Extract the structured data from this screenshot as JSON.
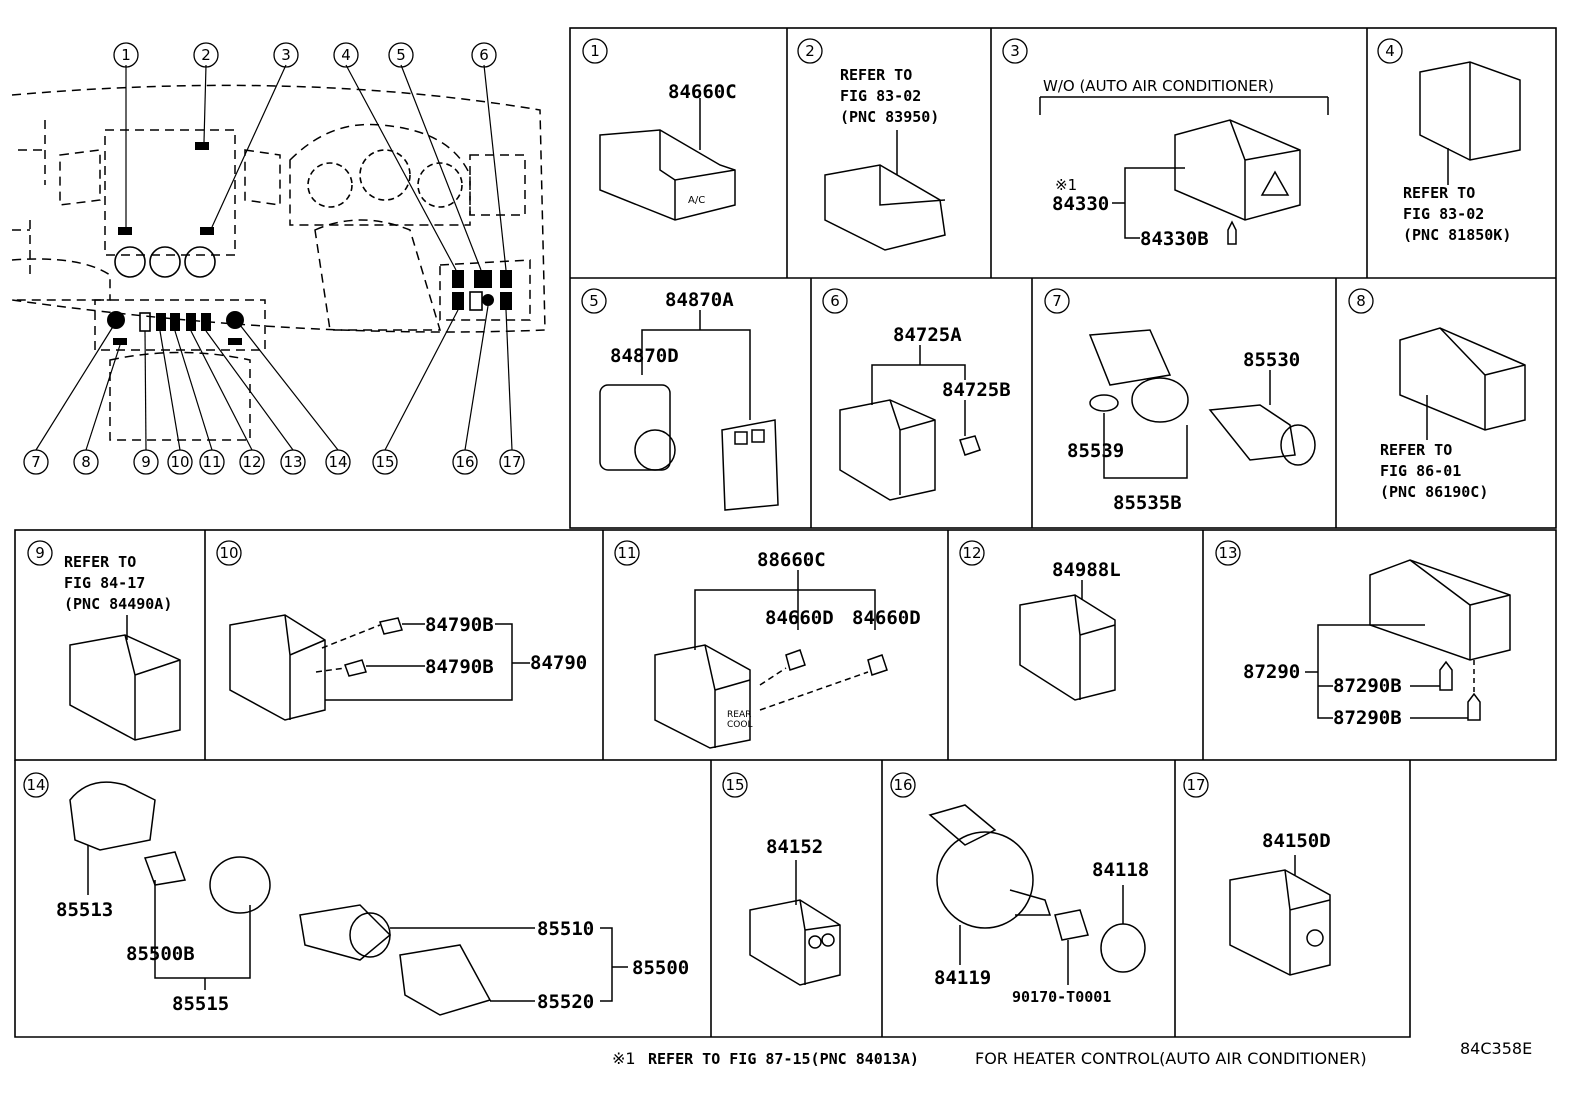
{
  "overview": {
    "callouts": [
      "1",
      "2",
      "3",
      "4",
      "5",
      "6",
      "7",
      "8",
      "9",
      "10",
      "11",
      "12",
      "13",
      "14",
      "15",
      "16",
      "17"
    ]
  },
  "panels": {
    "p1": {
      "num": "1",
      "parts": [
        "84660C"
      ],
      "label": "A/C"
    },
    "p2": {
      "num": "2",
      "refer": [
        "REFER TO",
        "FIG 83-02",
        "(PNC 83950)"
      ]
    },
    "p3": {
      "num": "3",
      "condition": "W/O (AUTO AIR CONDITIONER)",
      "mark": "※1",
      "parts": [
        "84330",
        "84330B"
      ]
    },
    "p4": {
      "num": "4",
      "refer": [
        "REFER TO",
        "FIG 83-02",
        "(PNC 81850K)"
      ]
    },
    "p5": {
      "num": "5",
      "parts": [
        "84870A",
        "84870D"
      ]
    },
    "p6": {
      "num": "6",
      "parts": [
        "84725A",
        "84725B"
      ]
    },
    "p7": {
      "num": "7",
      "parts": [
        "85530",
        "85539",
        "85535B"
      ]
    },
    "p8": {
      "num": "8",
      "refer": [
        "REFER TO",
        "FIG 86-01",
        "(PNC 86190C)"
      ]
    },
    "p9": {
      "num": "9",
      "refer": [
        "REFER TO",
        "FIG 84-17",
        "(PNC 84490A)"
      ]
    },
    "p10": {
      "num": "10",
      "parts": [
        "84790B",
        "84790B",
        "84790"
      ]
    },
    "p11": {
      "num": "11",
      "parts": [
        "88660C",
        "84660D",
        "84660D"
      ],
      "label": [
        "REAR",
        "COOL"
      ]
    },
    "p12": {
      "num": "12",
      "parts": [
        "84988L"
      ]
    },
    "p13": {
      "num": "13",
      "parts": [
        "87290",
        "87290B",
        "87290B"
      ]
    },
    "p14": {
      "num": "14",
      "parts": [
        "85513",
        "85500B",
        "85515",
        "85510",
        "85500",
        "85520"
      ]
    },
    "p15": {
      "num": "15",
      "parts": [
        "84152"
      ]
    },
    "p16": {
      "num": "16",
      "parts": [
        "84118",
        "84119",
        "90170-T0001"
      ]
    },
    "p17": {
      "num": "17",
      "parts": [
        "84150D"
      ]
    }
  },
  "footer": {
    "note_mark": "※1",
    "note_ref": "REFER TO FIG 87-15(PNC 84013A)",
    "note_tail": "FOR HEATER CONTROL(AUTO AIR CONDITIONER)",
    "code": "84C358E"
  }
}
